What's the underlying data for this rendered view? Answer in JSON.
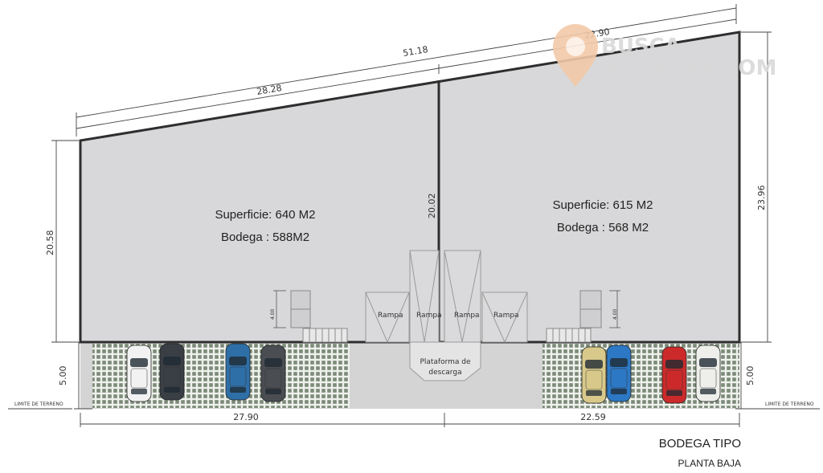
{
  "dimensions": {
    "total_top": "51.18",
    "left_top": "28.28",
    "right_top": "22.90",
    "left_height": "20.58",
    "center_wall": "20.02",
    "right_height": "23.96",
    "parking_left": "5.00",
    "parking_right": "5.00",
    "bottom_left": "27.90",
    "bottom_right": "22.59",
    "small_left": "4.00",
    "small_right": "4.00"
  },
  "labels": {
    "limit_left": "LIMITE DE TERRENO",
    "limit_right": "LIMITE DE TERRENO",
    "left_surface": "Superficie: 640 M2",
    "left_bodega": "Bodega : 588M2",
    "right_surface": "Superficie: 615 M2",
    "right_bodega": "Bodega : 568 M2",
    "ramp_1": "Rampa",
    "ramp_2": "Rampa",
    "ramp_3": "Rampa",
    "ramp_4": "Rampa",
    "platform_line1": "Plataforma de",
    "platform_line2": "descarga"
  },
  "title": {
    "line1": "BODEGA TIPO",
    "line2": "PLANTA BAJA"
  },
  "watermark": {
    "line1": "BUSCA",
    "line2": "BODEGAS.COM",
    "logo_icon": "location-pin-icon",
    "colors": {
      "pin": "#f3c9a8",
      "text": "#d9d9d9"
    }
  },
  "colors": {
    "building_fill": "#d8d8da",
    "parking_fill": "#7c8a78",
    "parking_grid": "#eef1ec",
    "paving": "#d2d2d2"
  },
  "cars": [
    {
      "name": "car-white-1",
      "color": "#f2f2f2"
    },
    {
      "name": "car-dark-1",
      "color": "#3a3f45"
    },
    {
      "name": "car-blue-1",
      "color": "#2f6fa8"
    },
    {
      "name": "car-grey-1",
      "color": "#4a4d52"
    },
    {
      "name": "car-yellow-1",
      "color": "#d8c98a"
    },
    {
      "name": "car-blue-2",
      "color": "#2d78c4"
    },
    {
      "name": "car-red-1",
      "color": "#cc2a2a"
    },
    {
      "name": "car-white-2",
      "color": "#eeeeea"
    }
  ]
}
